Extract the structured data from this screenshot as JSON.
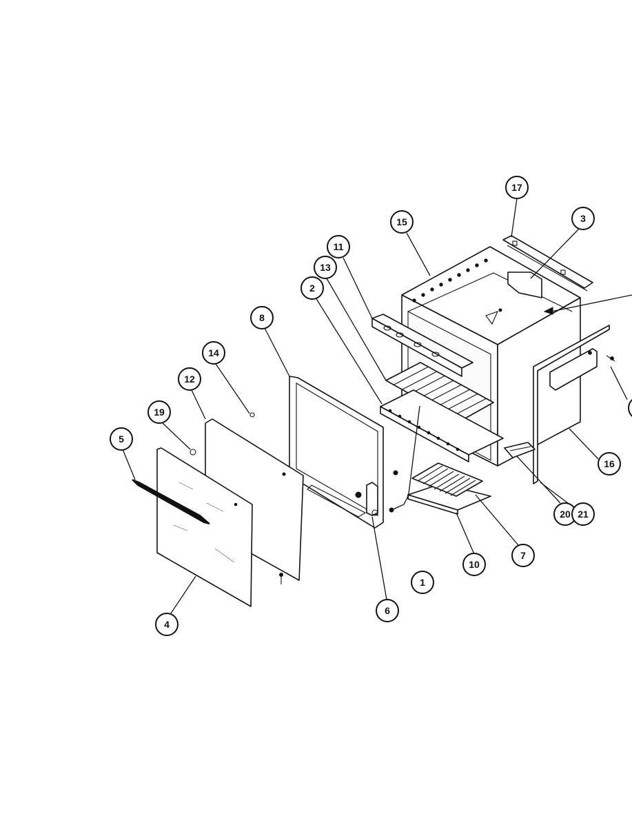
{
  "callouts": [
    {
      "id": "c1",
      "label": "1"
    },
    {
      "id": "c2",
      "label": "2"
    },
    {
      "id": "c3",
      "label": "3"
    },
    {
      "id": "c4",
      "label": "4"
    },
    {
      "id": "c5",
      "label": "5"
    },
    {
      "id": "c6",
      "label": "6"
    },
    {
      "id": "c7",
      "label": "7"
    },
    {
      "id": "c8",
      "label": "8"
    },
    {
      "id": "c10",
      "label": "10"
    },
    {
      "id": "c11",
      "label": "11"
    },
    {
      "id": "c12",
      "label": "12"
    },
    {
      "id": "c13",
      "label": "13"
    },
    {
      "id": "c14",
      "label": "14"
    },
    {
      "id": "c15",
      "label": "15"
    },
    {
      "id": "c16",
      "label": "16"
    },
    {
      "id": "c17",
      "label": "17"
    },
    {
      "id": "c19",
      "label": "19"
    },
    {
      "id": "c20",
      "label": "20"
    },
    {
      "id": "c21",
      "label": "21"
    }
  ]
}
